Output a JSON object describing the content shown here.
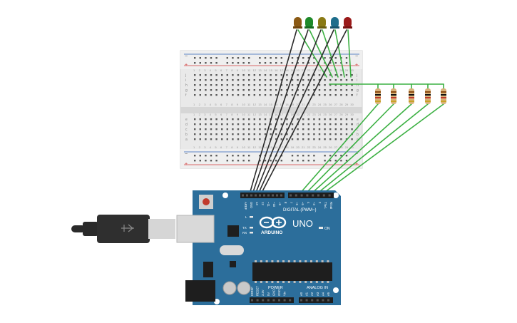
{
  "canvas": {
    "background": "#ffffff"
  },
  "leds": [
    {
      "color": "#8b5a14",
      "lead": "#8b5a14"
    },
    {
      "color": "#1e8a2a",
      "lead": "#1e8a2a"
    },
    {
      "color": "#8a7a14",
      "lead": "#8a7a14"
    },
    {
      "color": "#1e6e8c",
      "lead": "#1e6e8c"
    },
    {
      "color": "#9a1a1a",
      "lead": "#9a1a1a"
    }
  ],
  "resistors": {
    "count": 5,
    "body_color": "#d8b27a"
  },
  "wires": {
    "signal_color": "#3cb043",
    "ground_color": "#2b2b2b"
  },
  "breadboard": {
    "rail_plus": "+",
    "rail_minus": "−",
    "row_letters_top": [
      "j",
      "i",
      "h",
      "g",
      "f"
    ],
    "row_letters_bottom": [
      "e",
      "d",
      "c",
      "b",
      "a"
    ],
    "columns": 30,
    "rail_red": "#d23b3b",
    "rail_blue": "#2b62b8"
  },
  "arduino": {
    "board_color": "#2c6e9b",
    "brand": "ARDUINO",
    "model": "UNO",
    "digital_label": "DIGITAL (PWM~)",
    "power_label": "POWER",
    "analog_label": "ANALOG IN",
    "on_label": "ON",
    "l_label": "L",
    "tx_label": "TX",
    "rx_label": "RX",
    "top_header_labels": [
      "AREF",
      "GND",
      "13",
      "12",
      "~11",
      "~10",
      "~9",
      "8",
      "7",
      "~6",
      "~5",
      "4",
      "~3",
      "2",
      "TX▸1",
      "RX◂0"
    ],
    "power_pin_labels": [
      "IOREF",
      "RESET",
      "3.3V",
      "5V",
      "GND",
      "GND",
      "Vin"
    ],
    "analog_pin_labels": [
      "A0",
      "A1",
      "A2",
      "A3",
      "A4",
      "A5"
    ]
  },
  "usb_cable": {
    "color": "#2a2a2a"
  }
}
